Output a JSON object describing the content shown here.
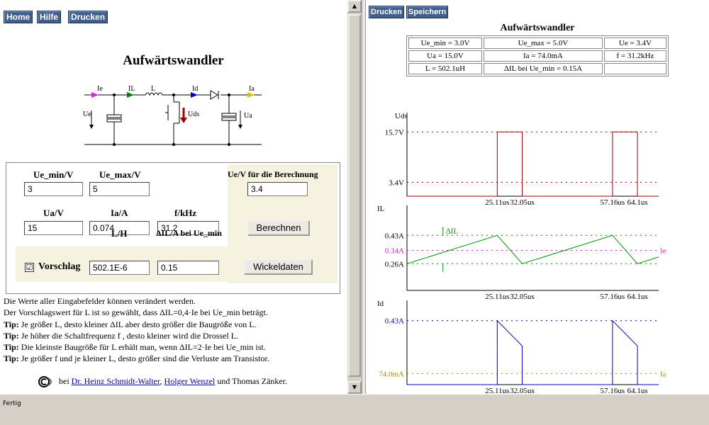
{
  "nav": {
    "home": "Home",
    "help": "Hilfe",
    "print": "Drucken"
  },
  "title": "Aufwärtswandler",
  "schematic": {
    "ie": "Ie",
    "il": "IL",
    "l": "L",
    "id": "Id",
    "ia": "Ia",
    "ue": "Ue",
    "uds": "Uds",
    "ua": "Ua"
  },
  "form": {
    "ue_min_label": "Ue_min/V",
    "ue_min_value": "3",
    "ue_max_label": "Ue_max/V",
    "ue_max_value": "5",
    "ua_label": "Ua/V",
    "ua_value": "15",
    "ia_label": "Ia/A",
    "ia_value": "0.074",
    "f_label": "f/kHz",
    "f_value": "31.2",
    "ue_calc_label": "Ue/V für die Berechnung",
    "ue_calc_value": "3.4",
    "calc_button": "Berechnen",
    "suggest_checkbox": "☑",
    "suggest_label": "Vorschlag",
    "l_label": "L/H",
    "l_value": "502.1E-6",
    "dil_label": "ΔIL/A bei Ue_min",
    "dil_value": "0.15",
    "winding_button": "Wickeldaten"
  },
  "tips": [
    {
      "bold": "",
      "text": "Die Werte aller Eingabefelder können verändert werden."
    },
    {
      "bold": "",
      "text": "Der Vorschlagswert für L ist so gewählt, dass ΔIL=0,4·Ie bei Ue_min beträgt."
    },
    {
      "bold": "Tip:",
      "text": " Je größer L, desto kleiner ΔIL aber desto größer die Baugröße von L."
    },
    {
      "bold": "Tip:",
      "text": " Je höher die Schaltfrequenz  f , desto kleiner wird die Drossel L."
    },
    {
      "bold": "Tip:",
      "text": " Die kleinste Baugröße für L erhält man, wenn ΔIL=2·Ie bei Ue_min ist."
    },
    {
      "bold": "Tip:",
      "text": " Je größer  f  und je kleiner L, desto größer sind die Verluste am Transistor."
    }
  ],
  "footer": {
    "by": " bei ",
    "author1": "Dr. Heinz Schmidt-Walter",
    "sep": ", ",
    "author2": "Holger Wenzel",
    "and": " und Thomas Zänker."
  },
  "right_nav": {
    "print": "Drucken",
    "save": "Speichern"
  },
  "result_title": "Aufwärtswandler",
  "results": [
    [
      "Ue_min = 3.0V",
      "Ue_max = 5.0V",
      "Ue = 3.4V"
    ],
    [
      "Ua = 15.0V",
      "Ia = 74.0mA",
      "f = 31.2kHz"
    ],
    [
      "L = 502.1uH",
      "ΔIL bei Ue_min = 0.15A",
      ""
    ]
  ],
  "status": "Fertig",
  "chart_data": [
    {
      "type": "line",
      "ylabel": "Uds",
      "yticks": [
        "15.7V",
        "3.4V"
      ],
      "xticks": [
        "25.11us",
        "32.05us",
        "57.16us",
        "64.1us"
      ],
      "x": [
        0,
        25.11,
        25.11,
        32.05,
        32.05,
        57.16,
        57.16,
        64.1,
        64.1,
        70
      ],
      "y": [
        0,
        0,
        15.7,
        15.7,
        0,
        0,
        15.7,
        15.7,
        0,
        0
      ],
      "color": "#a00000"
    },
    {
      "type": "line",
      "ylabel": "IL",
      "yticks": [
        "0.43A",
        "0.34A",
        "0.26A"
      ],
      "ref_label": "Ie",
      "delta_label": "ΔIL",
      "xticks": [
        "25.11us",
        "32.05us",
        "57.16us",
        "64.1us"
      ],
      "x": [
        0,
        25.11,
        32.05,
        57.16,
        64.1,
        70
      ],
      "y": [
        0.26,
        0.43,
        0.26,
        0.43,
        0.26,
        0.3
      ],
      "color": "#009000"
    },
    {
      "type": "line",
      "ylabel": "Id",
      "yticks": [
        "0.43A",
        "74.0mA"
      ],
      "ref_label": "Ia",
      "xticks": [
        "25.11us",
        "32.05us",
        "57.16us",
        "64.1us"
      ],
      "x": [
        0,
        25.11,
        25.11,
        32.05,
        32.05,
        57.16,
        57.16,
        64.1,
        64.1,
        70
      ],
      "y": [
        0,
        0,
        0.43,
        0.26,
        0,
        0,
        0.43,
        0.26,
        0,
        0
      ],
      "color": "#0000c0"
    }
  ]
}
